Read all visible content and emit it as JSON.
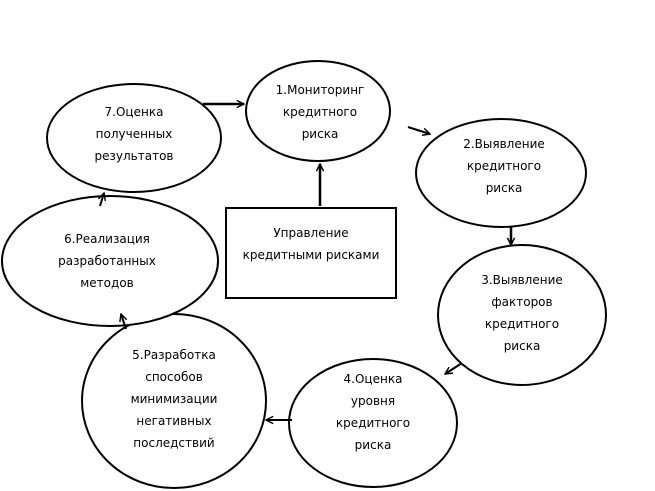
{
  "diagram": {
    "center": {
      "lines": [
        "Управление",
        "кредитными рисками"
      ]
    },
    "steps": [
      {
        "lines": [
          "1.Мониторинг",
          "кредитного",
          "риска"
        ]
      },
      {
        "lines": [
          "2.Выявление",
          "кредитного",
          "риска"
        ]
      },
      {
        "lines": [
          "3.Выявление",
          "факторов",
          "кредитного",
          "риска"
        ]
      },
      {
        "lines": [
          "4.Оценка",
          "уровня",
          "кредитного",
          "риска"
        ]
      },
      {
        "lines": [
          "5.Разработка",
          "способов",
          "минимизации",
          "негативных",
          "последствий"
        ]
      },
      {
        "lines": [
          "6.Реализация",
          "разработанных",
          "методов"
        ]
      },
      {
        "lines": [
          "7.Оценка",
          "полученных",
          "результатов"
        ]
      }
    ]
  }
}
